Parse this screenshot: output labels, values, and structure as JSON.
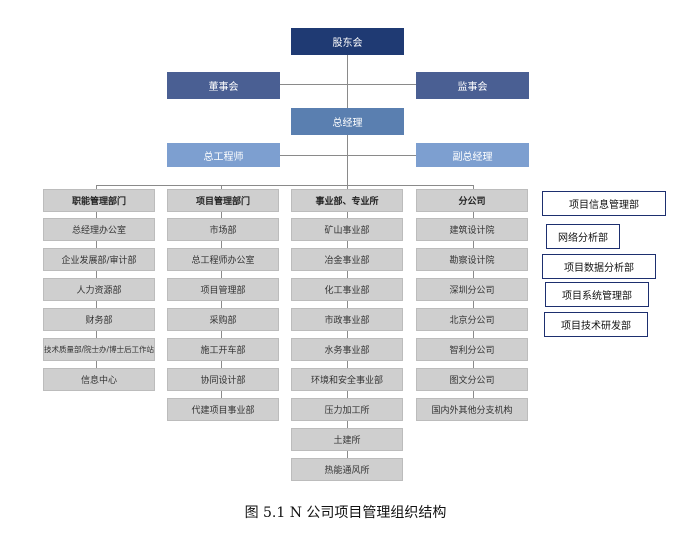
{
  "top": {
    "shareholders": "股东会"
  },
  "row2": {
    "board": "董事会",
    "supervisors": "监事会"
  },
  "gm": {
    "label": "总经理"
  },
  "row4": {
    "chief_engineer": "总工程师",
    "deputy_gm": "副总经理"
  },
  "columns": [
    {
      "header": "职能管理部门",
      "items": [
        "总经理办公室",
        "企业发展部/审计部",
        "人力资源部",
        "财务部",
        "技术质量部/院士办/博士后工作站",
        "信息中心"
      ]
    },
    {
      "header": "项目管理部门",
      "items": [
        "市场部",
        "总工程师办公室",
        "项目管理部",
        "采购部",
        "施工开车部",
        "协同设计部",
        "代建项目事业部"
      ]
    },
    {
      "header": "事业部、专业所",
      "items": [
        "矿山事业部",
        "冶金事业部",
        "化工事业部",
        "市政事业部",
        "水务事业部",
        "环境和安全事业部",
        "压力加工所",
        "土建所",
        "热能通风所"
      ]
    },
    {
      "header": "分公司",
      "items": [
        "建筑设计院",
        "勘察设计院",
        "深圳分公司",
        "北京分公司",
        "智利分公司",
        "图文分公司",
        "国内外其他分支机构"
      ]
    }
  ],
  "right_boxes": [
    "项目信息管理部",
    "网络分析部",
    "项目数据分析部",
    "项目系统管理部",
    "项目技术研发部"
  ],
  "caption": "图 5.1 N 公司项目管理组织结构",
  "colors": {
    "navy": "#1f3a73",
    "blue": "#4a5f93",
    "steel": "#5a7fb0",
    "gray": "#cfcfcf",
    "outline": "#1d2f6f"
  }
}
